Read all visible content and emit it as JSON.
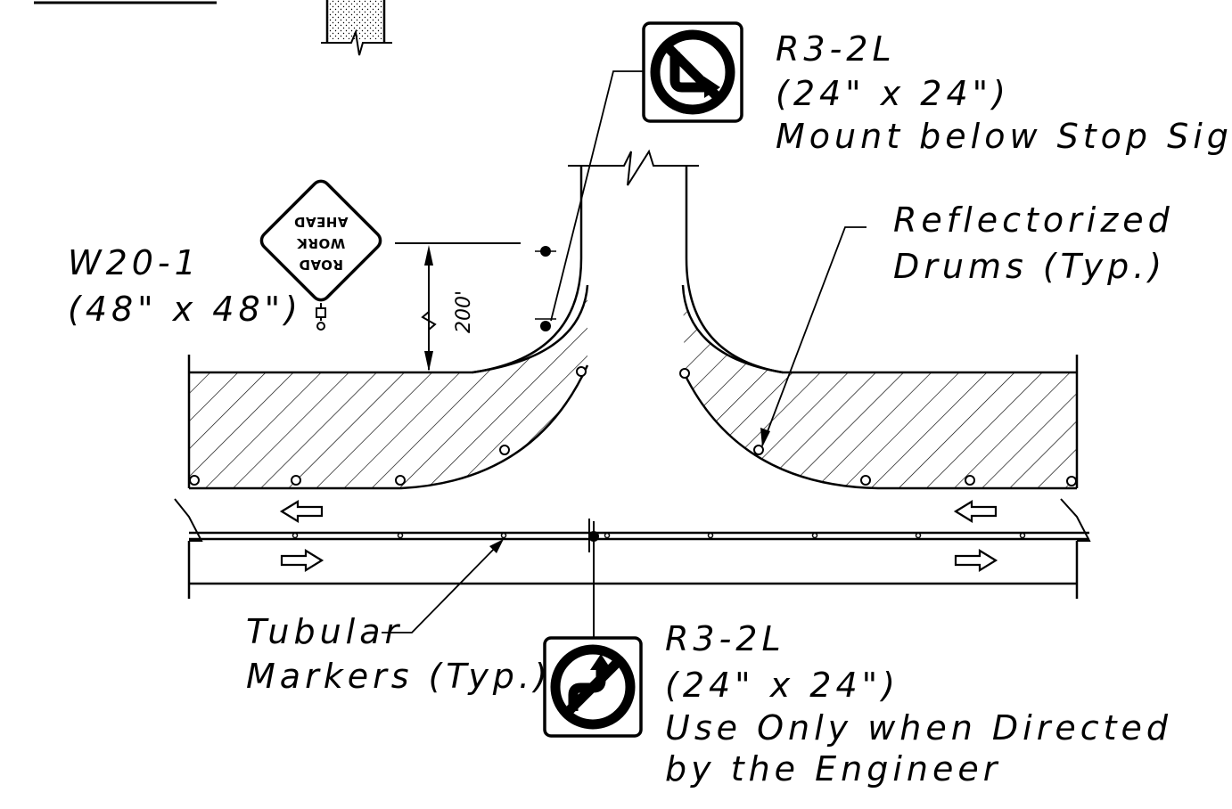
{
  "signs": {
    "top_regulatory": {
      "code": "R3-2L",
      "size": "(24\" x 24\")",
      "note": "Mount below Stop Sign"
    },
    "bottom_regulatory": {
      "code": "R3-2L",
      "size": "(24\" x 24\")",
      "note_line1": "Use Only when Directed",
      "note_line2": "by the Engineer"
    },
    "warning": {
      "code": "W20-1",
      "size": "(48\" x 48\")",
      "face_line1": "ROAD",
      "face_line2": "WORK",
      "face_line3": "AHEAD"
    }
  },
  "labels": {
    "drums_line1": "Reflectorized",
    "drums_line2": "Drums (Typ.)",
    "markers_line1": "Tubular",
    "markers_line2": "Markers (Typ.)"
  },
  "dimension": {
    "value": "200'"
  },
  "icons": [
    "no-left-turn-icon",
    "no-left-turn-icon",
    "lane-arrow-left-icon",
    "lane-arrow-right-icon",
    "drum-icon",
    "tubular-marker-icon"
  ],
  "colors": {
    "line": "#000000",
    "background": "#ffffff"
  }
}
